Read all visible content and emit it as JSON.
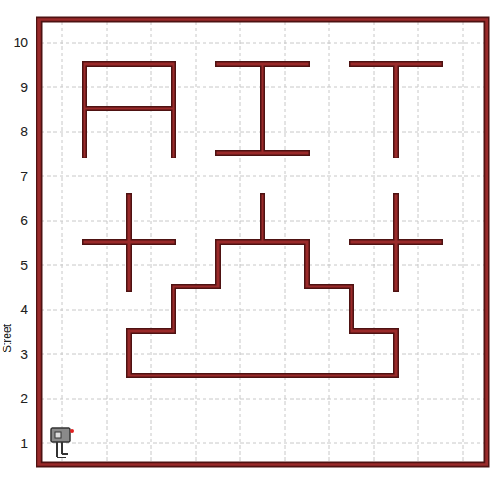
{
  "diagram": {
    "labels": [
      "10",
      "9",
      "8",
      "7",
      "6",
      "5",
      "4",
      "3",
      "2",
      "1",
      "Street"
    ]
  }
}
